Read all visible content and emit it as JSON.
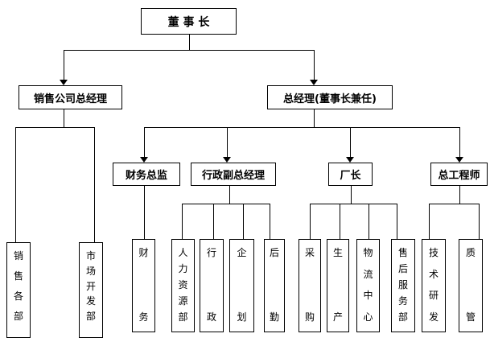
{
  "page": {
    "background_color": "#ffffff",
    "line_color": "#000000",
    "box_border_color": "#000000"
  },
  "org_chart": {
    "type": "org-tree",
    "nodes": {
      "chairman": {
        "label": "董 事 长"
      },
      "sales_company_gm": {
        "label": "销售公司总经理"
      },
      "general_manager": {
        "label": "总经理(董事长兼任)"
      },
      "finance_director": {
        "label": "财务总监"
      },
      "admin_deputy_gm": {
        "label": "行政副总经理"
      },
      "factory_director": {
        "label": "厂长"
      },
      "chief_engineer": {
        "label": "总工程师"
      },
      "sales_departments": {
        "label": "销售各部"
      },
      "market_development": {
        "label": "市场开发部"
      },
      "finance": {
        "label": "财务"
      },
      "human_resources": {
        "label": "人力资源部"
      },
      "administration": {
        "label": "行政"
      },
      "planning": {
        "label": "企划"
      },
      "logistics_support": {
        "label": "后勤"
      },
      "procurement": {
        "label": "采购"
      },
      "production": {
        "label": "生产"
      },
      "logistics_center": {
        "label": "物流中心"
      },
      "after_sales_service": {
        "label": "售后服务部"
      },
      "tech_research": {
        "label": "技术研发"
      },
      "quality_management": {
        "label": "质管"
      }
    },
    "hierarchy": {
      "chairman": [
        "sales_company_gm",
        "general_manager"
      ],
      "sales_company_gm": [
        "sales_departments",
        "market_development"
      ],
      "general_manager": [
        "finance_director",
        "admin_deputy_gm",
        "factory_director",
        "chief_engineer"
      ],
      "finance_director": [
        "finance"
      ],
      "admin_deputy_gm": [
        "human_resources",
        "administration",
        "planning",
        "logistics_support"
      ],
      "factory_director": [
        "procurement",
        "production",
        "logistics_center",
        "after_sales_service"
      ],
      "chief_engineer": [
        "tech_research",
        "quality_management"
      ]
    }
  }
}
